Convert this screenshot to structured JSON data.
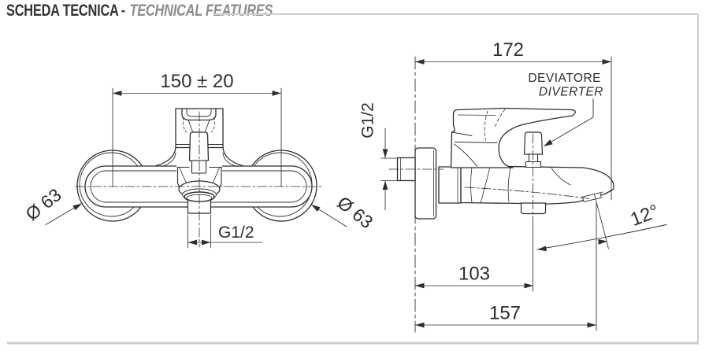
{
  "header": {
    "title_primary": "SCHEDA TECNICA",
    "separator": "-",
    "title_secondary": "TECHNICAL FEATURES"
  },
  "colors": {
    "line": "#2e2e2e",
    "frame": "#cdcdcd",
    "title_primary": "#333333",
    "title_secondary": "#8c8c8c",
    "background": "#ffffff"
  },
  "front_view": {
    "name": "wall-mounted bath mixer - front view",
    "dimensions": {
      "centers_distance": "150 ± 20",
      "flange_diameter_left": "Ø 63",
      "flange_diameter_right": "Ø 63",
      "outlet_thread": "G1/2"
    }
  },
  "side_view": {
    "name": "wall-mounted bath mixer - side view",
    "dimensions": {
      "total_depth": "172",
      "inlet_thread": "G1/2",
      "outlet_center_distance": "103",
      "spout_reach": "157",
      "spout_angle": "12°"
    },
    "callouts": {
      "diverter_primary": "DEVIATORE",
      "diverter_secondary": "DIVERTER"
    }
  }
}
